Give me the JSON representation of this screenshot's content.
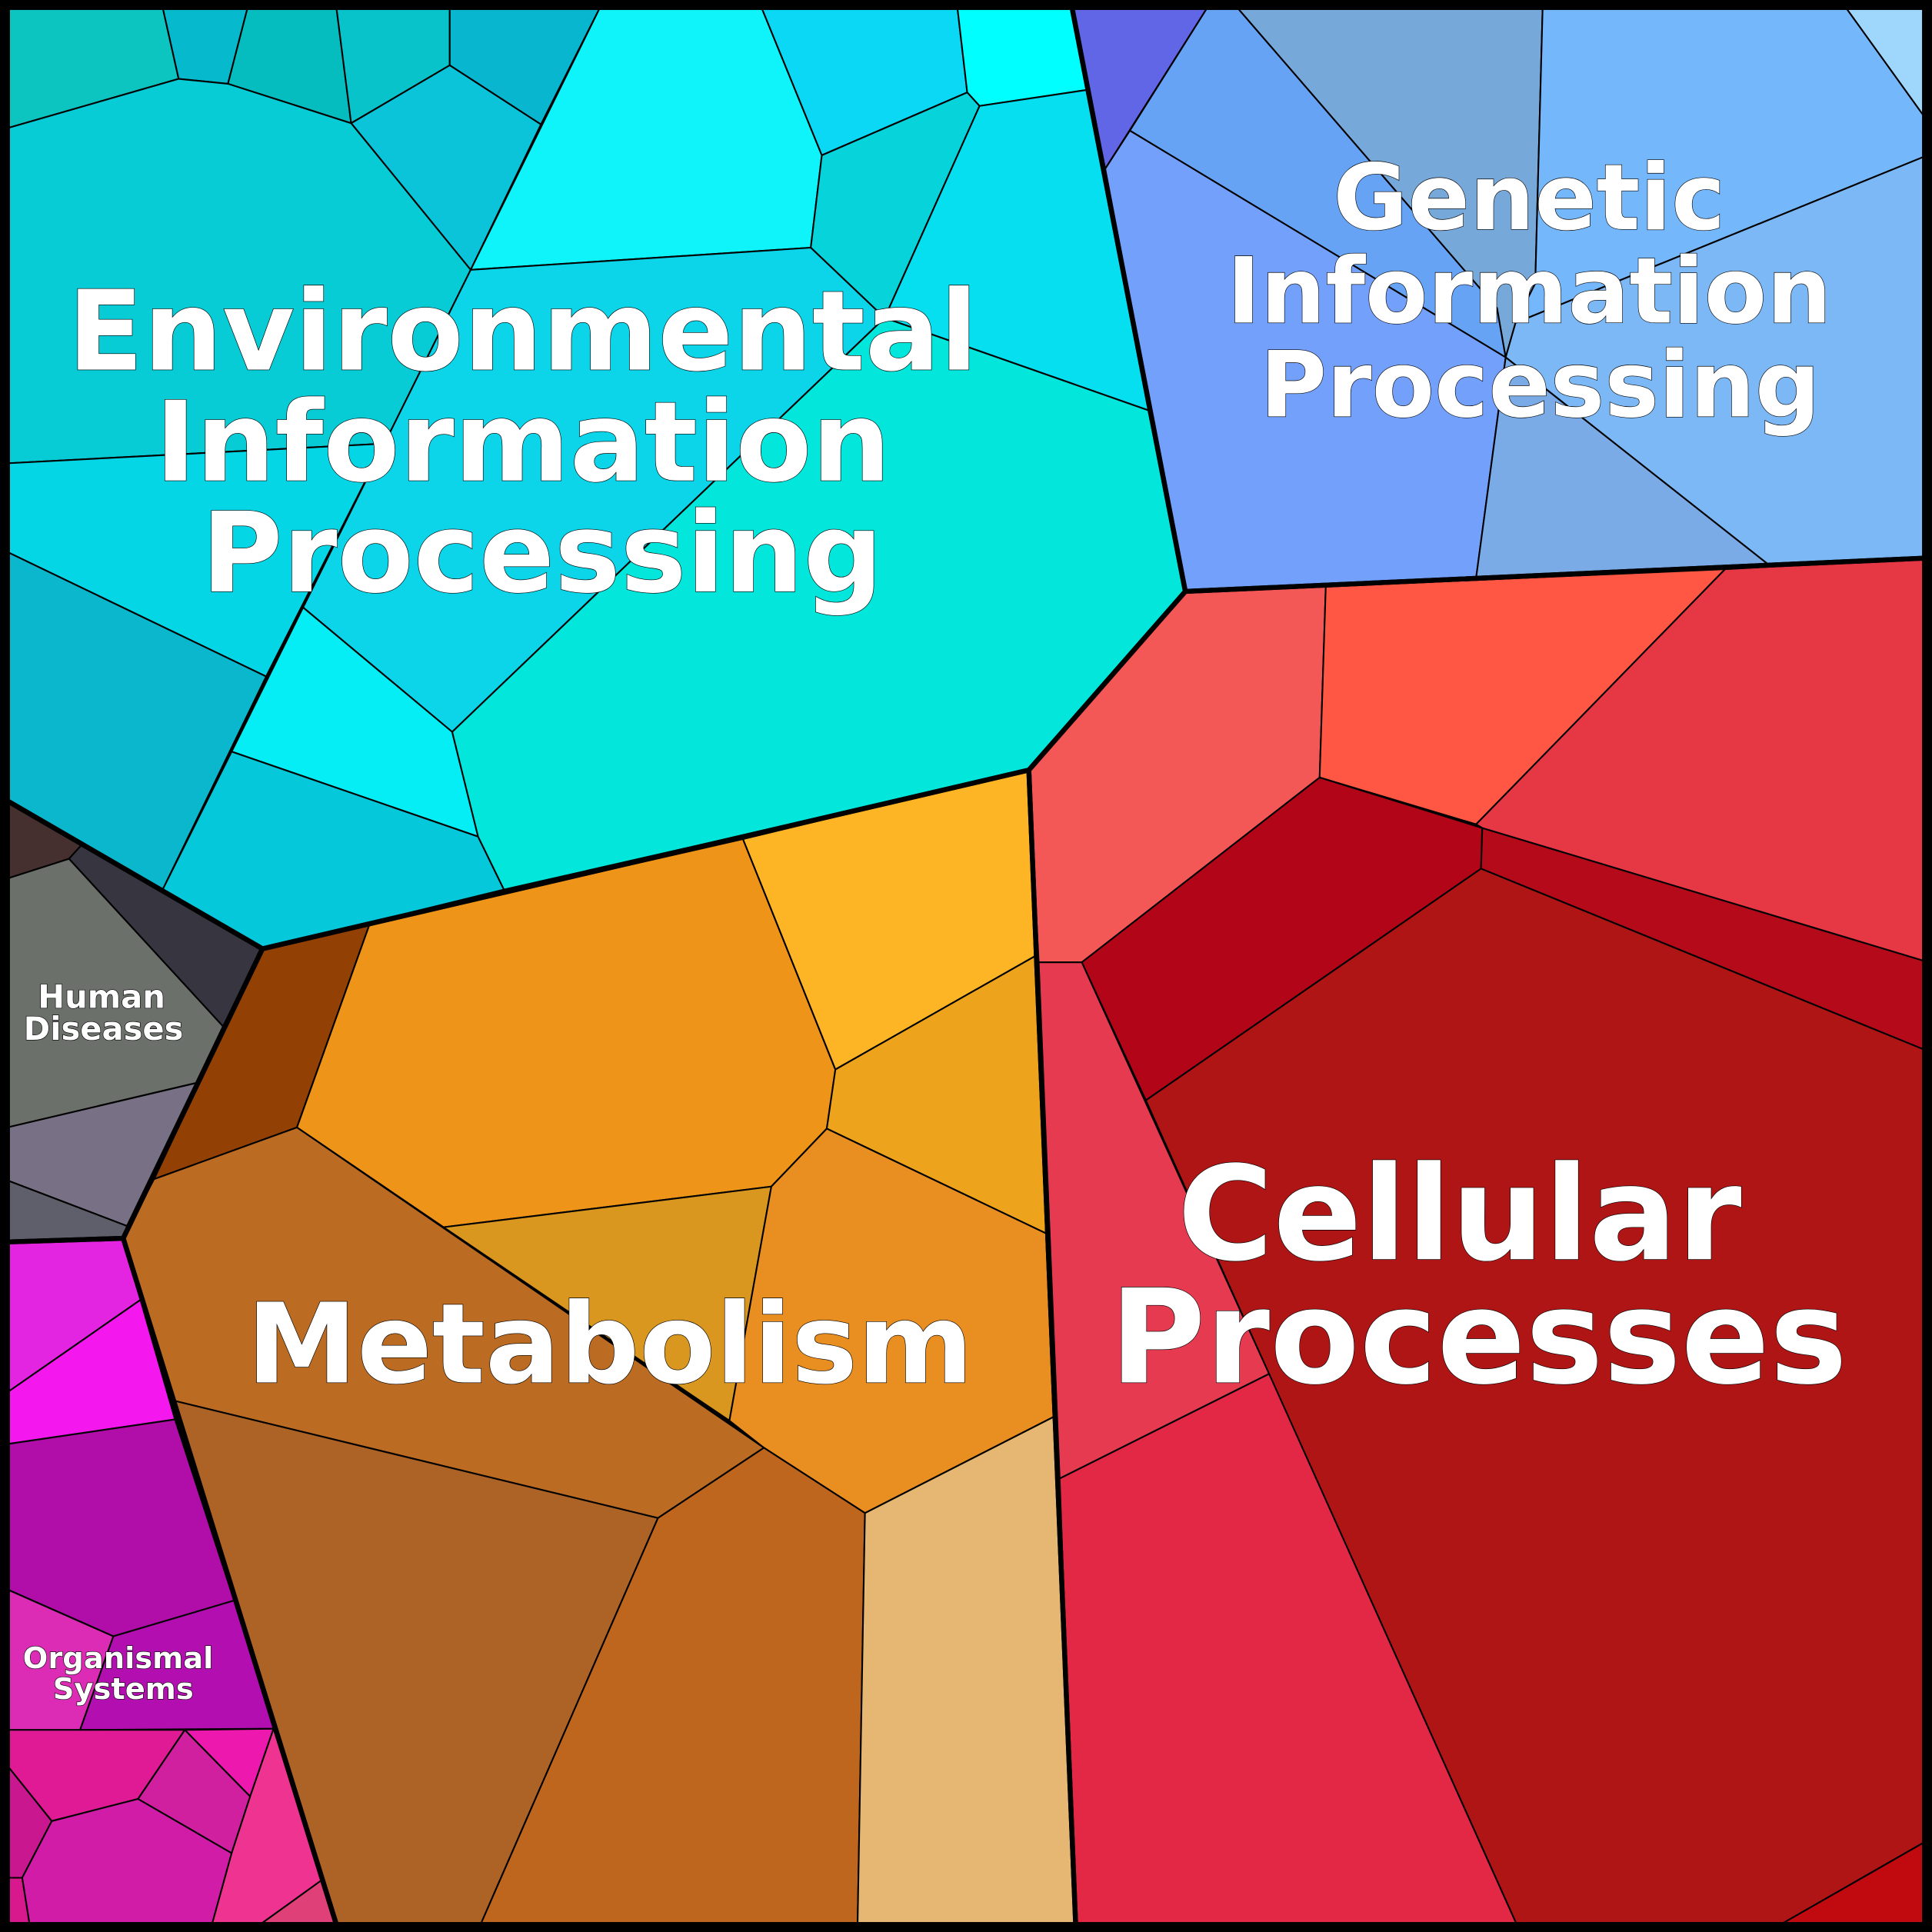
{
  "chart_data": {
    "type": "voronoi-treemap",
    "title": "",
    "groups": [
      {
        "id": "env",
        "label_lines": [
          "Environmental",
          "Information",
          "Processing"
        ],
        "cell_colors": [
          "#0cc4c0",
          "#07b9cc",
          "#05bdbe",
          "#08c3c9",
          "#08b7cf",
          "#0bc4da",
          "#07ccd5",
          "#0ff4fa",
          "#0ad8f4",
          "#00ffff",
          "#07d3db",
          "#05dfef",
          "#0cd4e9",
          "#05d6e6",
          "#0ab7cc",
          "#05eef5",
          "#05c8da",
          "#03e6dc"
        ]
      },
      {
        "id": "gen",
        "label_lines": [
          "Genetic",
          "Information",
          "Processing"
        ],
        "cell_colors": [
          "#6066e6",
          "#66a3f5",
          "#73a0fb",
          "#77a8da",
          "#75b7fb",
          "#9ed6fc",
          "#7cb8f5",
          "#7aabe6"
        ]
      },
      {
        "id": "cel",
        "label_lines": [
          "Cellular",
          "Processes"
        ],
        "cell_colors": [
          "#f45856",
          "#ff5744",
          "#e63844",
          "#b30518",
          "#b50a1a",
          "#b01515",
          "#c00a10",
          "#e63a50",
          "#e22845"
        ]
      },
      {
        "id": "met",
        "label_lines": [
          "Metabolism"
        ],
        "cell_colors": [
          "#924003",
          "#ee9418",
          "#fdb525",
          "#eda31c",
          "#d99720",
          "#e98e20",
          "#bb6b22",
          "#ad6226",
          "#bf661e",
          "#e5b773"
        ]
      },
      {
        "id": "hum",
        "label_lines": [
          "Human",
          "Diseases"
        ],
        "cell_colors": [
          "#45302f",
          "#363540",
          "#6c706b",
          "#787185",
          "#5f5f6b"
        ]
      },
      {
        "id": "org",
        "label_lines": [
          "Organismal",
          "Systems"
        ],
        "cell_colors": [
          "#e324e0",
          "#f518ee",
          "#b10ea9",
          "#dc2cb5",
          "#b20eb0",
          "#df1a94",
          "#ed18ae",
          "#d020a0",
          "#c9178f",
          "#d11ca8",
          "#ee3391",
          "#e04078",
          "#d8188d"
        ]
      }
    ]
  }
}
